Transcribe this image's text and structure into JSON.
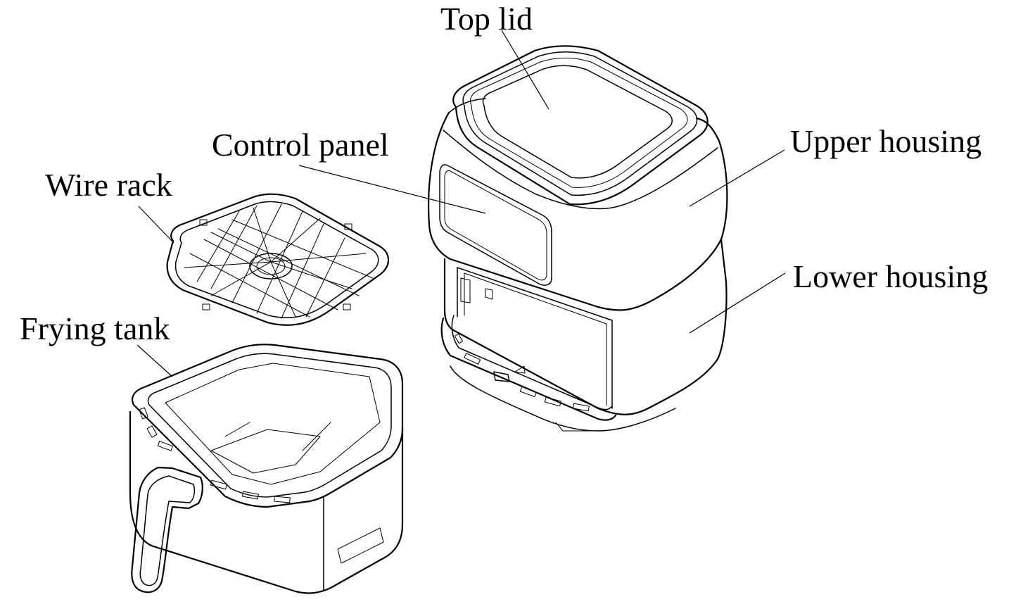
{
  "labels": {
    "top_lid": "Top lid",
    "control_panel": "Control panel",
    "wire_rack": "Wire rack",
    "upper_housing": "Upper housing",
    "lower_housing": "Lower housing",
    "frying_tank": "Frying tank"
  },
  "colors": {
    "line": "#000000",
    "background": "#ffffff"
  }
}
